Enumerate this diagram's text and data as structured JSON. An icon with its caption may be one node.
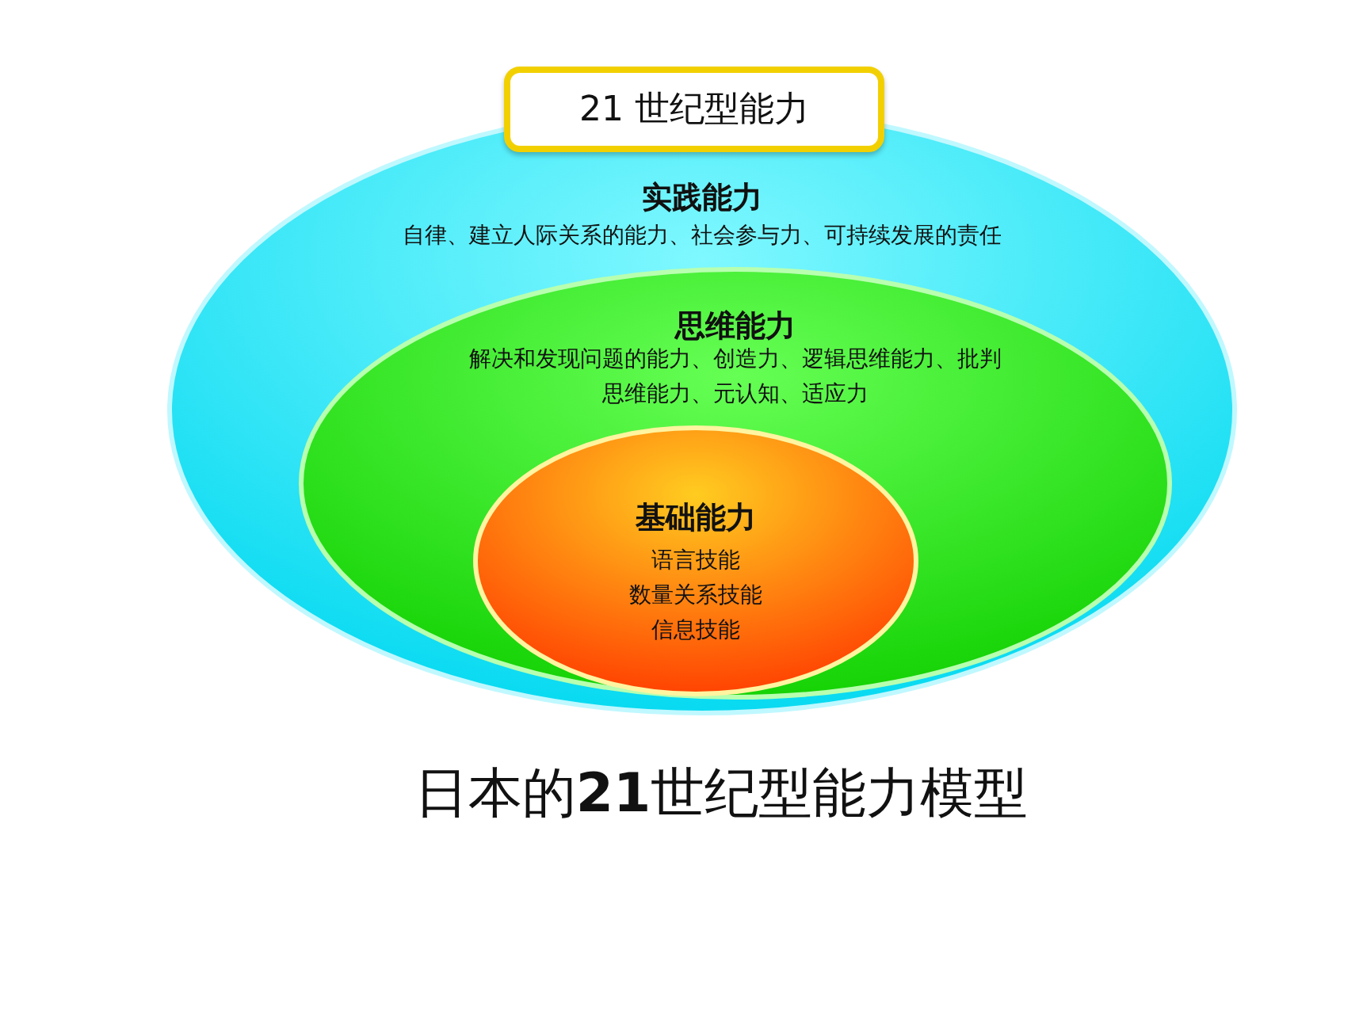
{
  "diagram": {
    "caption": "日本的**21**世纪型能力模型",
    "nodes": [
      {
        "text": [
          "21 世纪型能力"
        ]
      },
      {
        "text": [
          "实践能力",
          "自律、建立人际关系的能力、社会参与力、可持续发展的责任"
        ]
      },
      {
        "text": [
          "思维能力",
          "解决和发现问题的能力、创造力、逻辑思维能力、批判思维能力、元认知、适应力"
        ],
        "in": 1
      },
      {
        "text": [
          "基础能力",
          "语言技能",
          "数量关系技能",
          "信息技能"
        ],
        "in": 2
      }
    ]
  }
}
